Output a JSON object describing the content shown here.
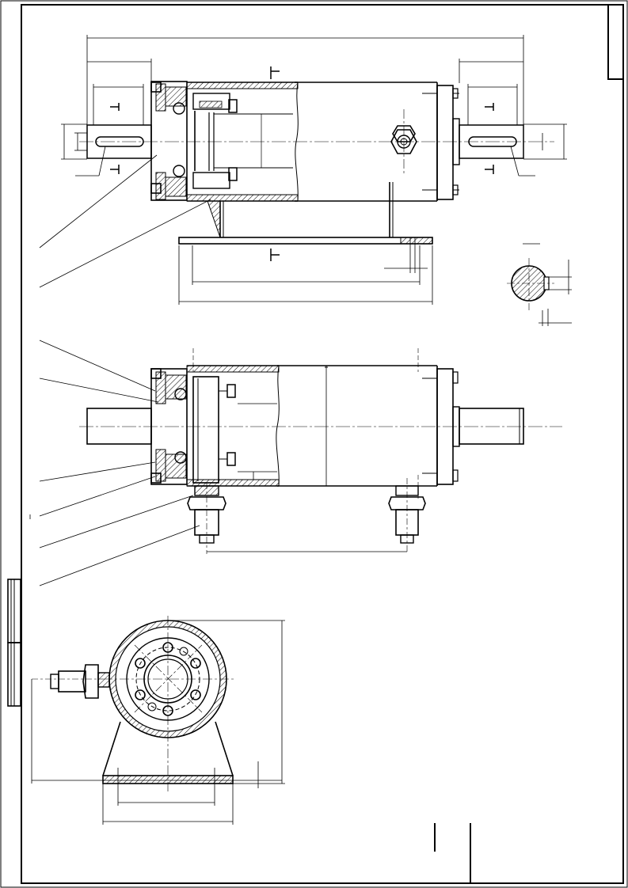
{
  "drawing": {
    "line_color": "#000000",
    "hatch_color": "#000000",
    "background": "#ffffff"
  },
  "views": [
    {
      "name": "top-section-view"
    },
    {
      "name": "front-view"
    },
    {
      "name": "end-view"
    }
  ],
  "details": [
    {
      "name": "shaft-section-detail"
    }
  ],
  "leaders": {
    "count_top": 2,
    "count_middle": 6
  }
}
